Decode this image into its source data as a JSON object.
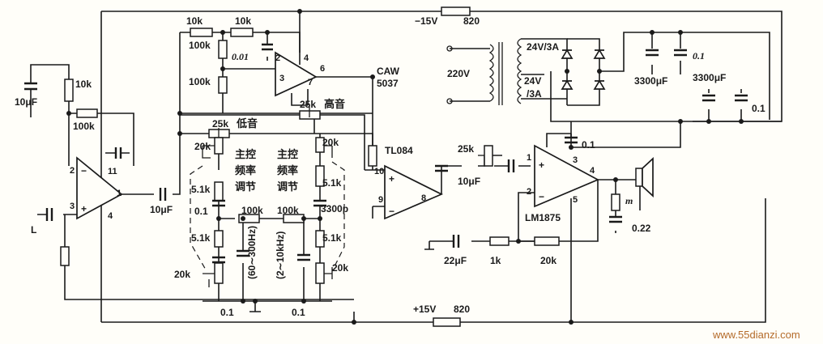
{
  "supply": {
    "neg_rail": "−15V",
    "neg_res": "820",
    "pos_rail": "+15V",
    "pos_res": "820",
    "mains": "220V",
    "tap_upper": "24V/3A",
    "tap_lower_a": "24V",
    "tap_lower_b": "/3A",
    "filt_cap_a": "3300μF",
    "filt_cap_b": "3300μF",
    "dec_cap_a": "0.1",
    "dec_cap_b": "0.1"
  },
  "input": {
    "label": "L",
    "r_top": "10k",
    "cap": "10μF",
    "r_fb": "100k",
    "cap_out": "10μF",
    "pin2": "2",
    "pin3": "3",
    "pin1": "1",
    "pin4": "4",
    "pin11": "11"
  },
  "mixer": {
    "r1": "10k",
    "r2": "10k",
    "r3": "100k",
    "r4": "100k",
    "cap": "0.01",
    "chip": "CAW",
    "chip_no": "5037",
    "pin2": "2",
    "pin3": "3",
    "pin4": "4",
    "pin6": "6",
    "pin7": "7"
  },
  "eq": {
    "pot_bass": "25k",
    "bass_label": "低音",
    "pot_treble": "25k",
    "treble_label": "高音",
    "left_title": [
      "主控",
      "频率",
      "调节"
    ],
    "right_title": [
      "主控",
      "频率",
      "调节"
    ],
    "pot_l_top": "20k",
    "pot_l_bot": "20k",
    "pot_r_top": "20k",
    "pot_r_bot": "20k",
    "r_l1": "5.1k",
    "r_l2": "5.1k",
    "c_l1": "0.1",
    "c_l2": "0.1",
    "r_mid_l": "100k",
    "r_mid_r": "100k",
    "r_r1": "5.1k",
    "r_r2": "5.1k",
    "c_r1": "3300p",
    "c_r2": "0.1",
    "band_low": "(60∼300Hz)",
    "band_high": "(2∼10kHz)"
  },
  "buffer": {
    "chip": "TL084",
    "pin10": "10",
    "pin9": "9",
    "pin8": "8",
    "pot": "25k",
    "cap": "10μF"
  },
  "power_amp": {
    "chip": "LM1875",
    "pin1": "1",
    "pin2": "2",
    "pin3": "3",
    "pin4": "4",
    "pin5": "5",
    "dec": "0.1",
    "c_in": "22μF",
    "r_in": "1k",
    "r_fb": "20k",
    "zobel_r": "m",
    "zobel_c": "0.22"
  },
  "watermark": "www.55dianzi.com"
}
